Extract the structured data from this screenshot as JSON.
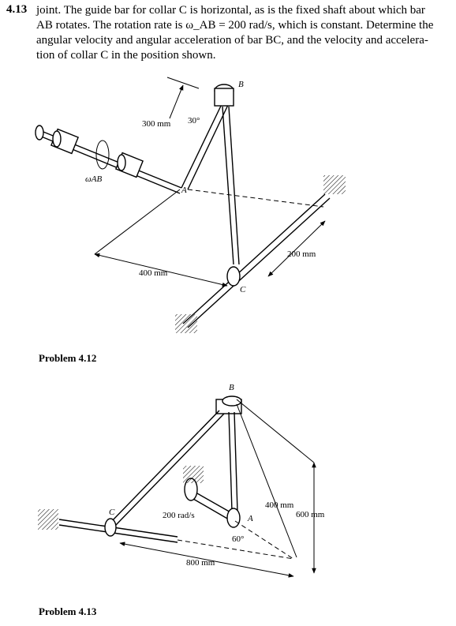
{
  "problem": {
    "number": "4.13",
    "lines": [
      "joint. The guide bar for collar C is horizontal, as is the fixed shaft about which bar",
      "AB rotates. The rotation rate is ω_AB = 200 rad/s, which is constant. Determine the",
      "angular velocity and angular acceleration of bar BC, and the velocity and accelera-",
      "tion of collar C in the position shown."
    ]
  },
  "figure1": {
    "caption": "Problem 4.12",
    "labels": {
      "dim_300": "300 mm",
      "angle_30": "30°",
      "point_B": "B",
      "point_A": "A",
      "point_C": "C",
      "omega": "ωAB",
      "dim_400": "400 mm",
      "dim_200": "200 mm"
    }
  },
  "figure2": {
    "caption": "Problem 4.13",
    "labels": {
      "point_B": "B",
      "point_C": "C",
      "point_A": "A",
      "rate": "200 rad/s",
      "dim_400": "400 mm",
      "dim_600": "600 mm",
      "angle_60": "60°",
      "dim_800": "800 mm"
    }
  }
}
